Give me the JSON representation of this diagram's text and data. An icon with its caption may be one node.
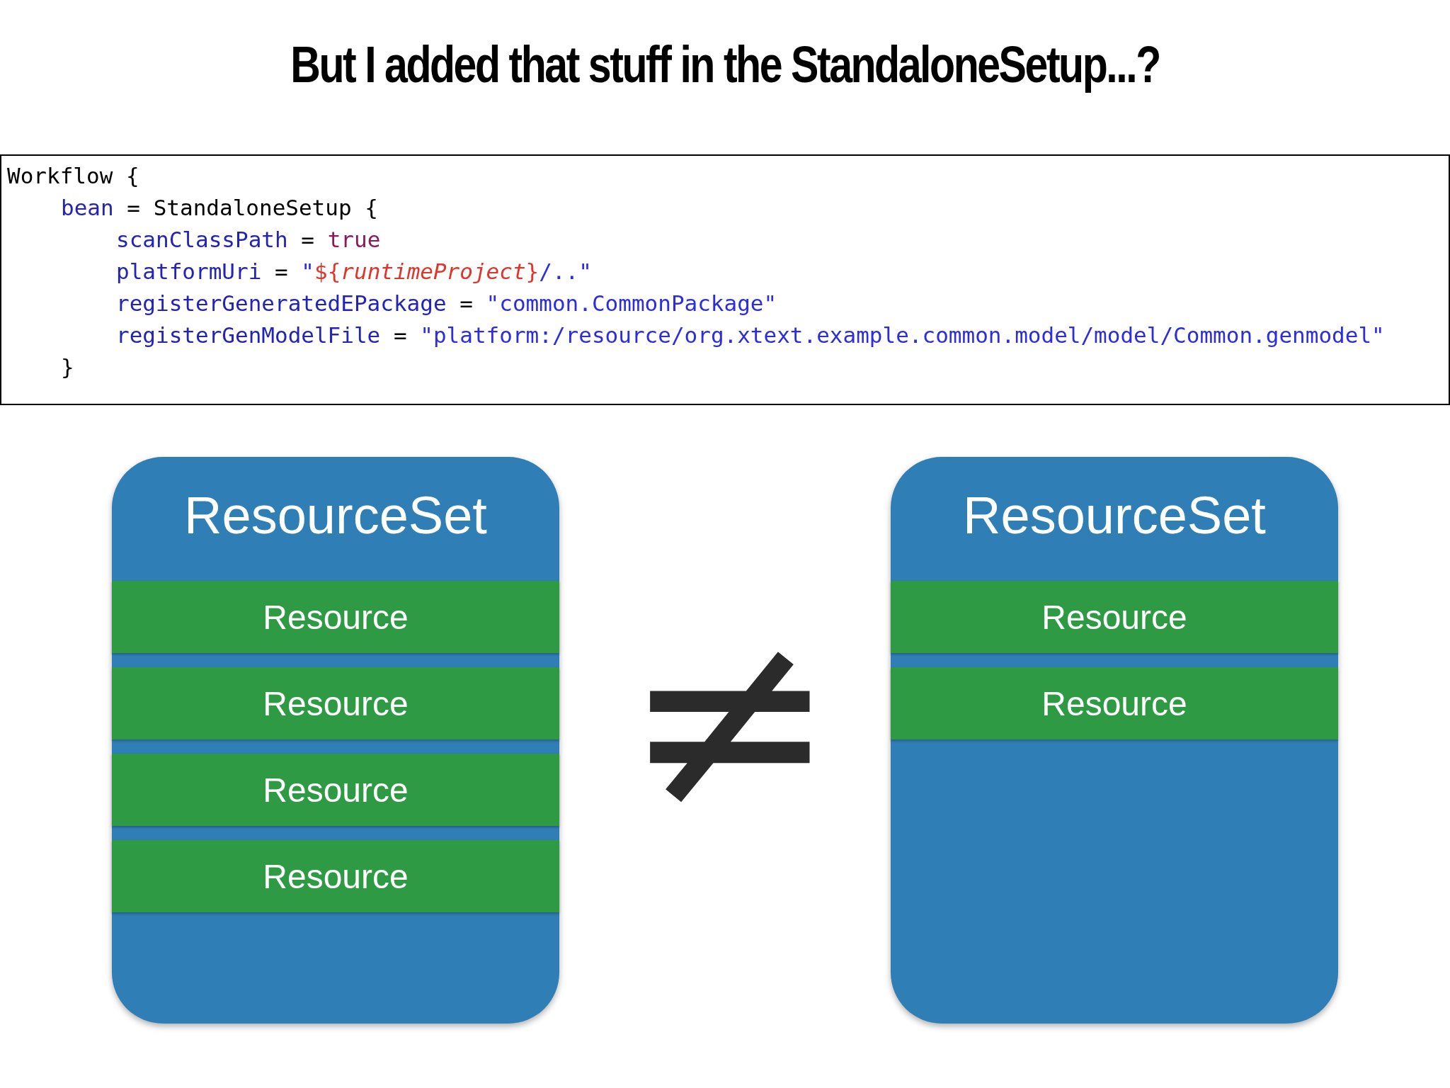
{
  "diagram": {
    "title": "But I added that stuff in the StandaloneSetup...?",
    "nodes": [
      {
        "text": [
          "ResourceSet"
        ]
      },
      {
        "text": [
          "Resource"
        ],
        "in": 0
      },
      {
        "text": [
          "Resource"
        ],
        "in": 0
      },
      {
        "text": [
          "Resource"
        ],
        "in": 0
      },
      {
        "text": [
          "Resource"
        ],
        "in": 0
      },
      {
        "text": [
          "ResourceSet"
        ]
      },
      {
        "text": [
          "Resource"
        ],
        "in": 5
      },
      {
        "text": [
          "Resource"
        ],
        "in": 5
      }
    ],
    "edges": [],
    "labels": [
      "Workflow {",
      "bean = StandaloneSetup {",
      "scanClassPath = true",
      "platformUri = \"${*runtimeProject*}/..\"",
      "registerGeneratedEPackage = \"common.CommonPackage\"",
      "registerGenModelFile = \"platform:/resource/org.xtext.example.common.model/model/Common.genmodel\"",
      "}",
      "≠"
    ]
  }
}
